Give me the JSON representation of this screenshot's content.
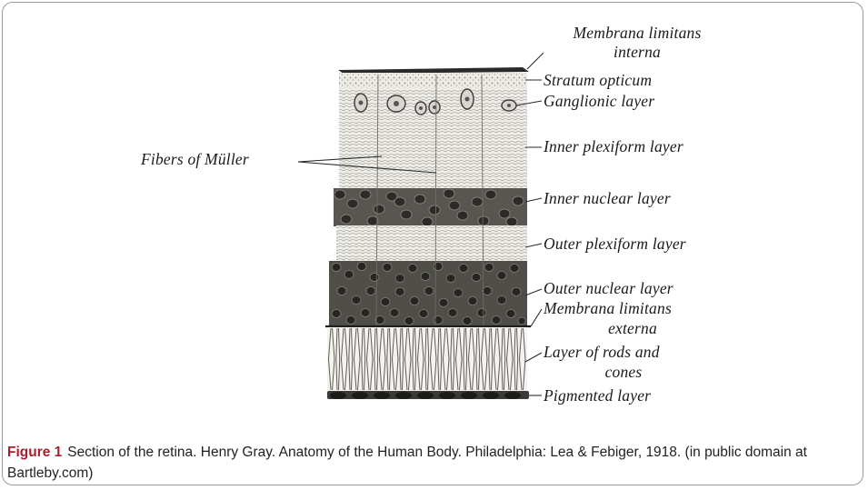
{
  "figure": {
    "caption_label": "Figure 1",
    "caption_text": "Section of the retina. Henry Gray. Anatomy of the Human Body. Philadelphia: Lea & Febiger, 1918. (in public domain at Bartleby.com)"
  },
  "diagram": {
    "labels": {
      "membrana_interna_1": "Membrana limitans",
      "membrana_interna_2": "interna",
      "stratum_opticum": "Stratum opticum",
      "ganglionic": "Ganglionic layer",
      "fibers_muller": "Fibers of Müller",
      "inner_plexiform": "Inner plexiform layer",
      "inner_nuclear": "Inner nuclear layer",
      "outer_plexiform": "Outer plexiform layer",
      "outer_nuclear": "Outer nuclear layer",
      "membrana_externa_1": "Membrana limitans",
      "membrana_externa_2": "externa",
      "rods_cones_1": "Layer of rods and",
      "rods_cones_2": "cones",
      "pigmented": "Pigmented layer"
    }
  }
}
